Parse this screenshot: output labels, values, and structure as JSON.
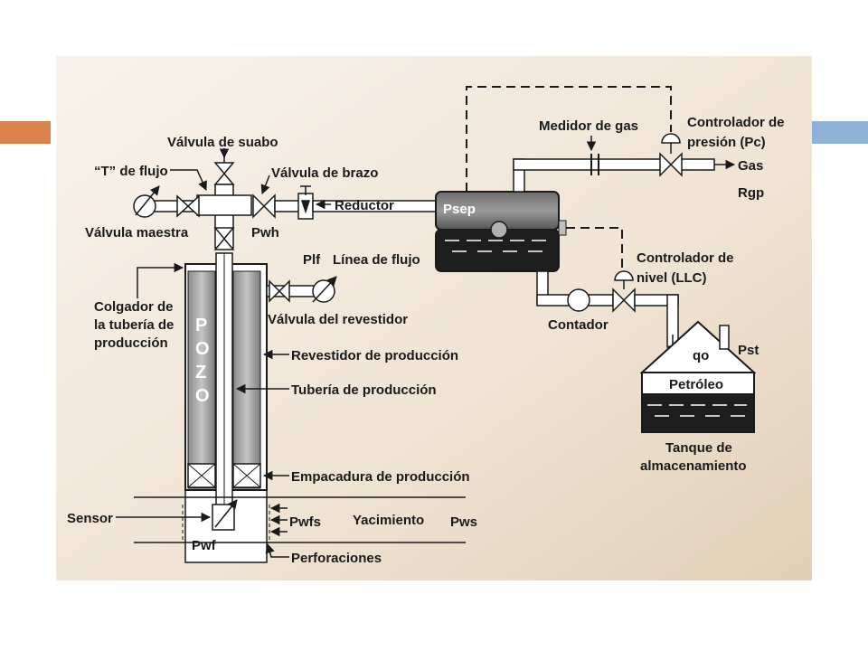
{
  "colors": {
    "accent_left": "#d9824b",
    "accent_right": "#8fb3d8",
    "background_light": "#f6efe6",
    "background_warm": "#e4d3bd"
  },
  "labels": {
    "valvula_suabo": "Válvula de suabo",
    "t_flujo": "“T” de flujo",
    "valvula_brazo": "Válvula de brazo",
    "reductor": "Reductor",
    "valvula_maestra": "Válvula maestra",
    "pwh": "Pwh",
    "plf": "Plf",
    "linea_flujo": "Línea de flujo",
    "colgador_1": "Colgador de",
    "colgador_2": "la tubería de",
    "colgador_3": "producción",
    "valvula_revestidor": "Válvula del revestidor",
    "pozo": [
      "P",
      "O",
      "Z",
      "O"
    ],
    "revestidor_produccion": "Revestidor de producción",
    "tuberia_produccion": "Tubería de producción",
    "empacadura": "Empacadura de producción",
    "sensor": "Sensor",
    "pwfs": "Pwfs",
    "yacimiento": "Yacimiento",
    "pws": "Pws",
    "pwf": "Pwf",
    "perforaciones": "Perforaciones",
    "psep": "Psep",
    "medidor_gas": "Medidor de gas",
    "controlador_presion_1": "Controlador de",
    "controlador_presion_2": "presión (Pc)",
    "gas": "Gas",
    "rgp": "Rgp",
    "controlador_nivel_1": "Controlador de",
    "controlador_nivel_2": "nivel (LLC)",
    "contador": "Contador",
    "qo": "qo",
    "pst": "Pst",
    "petroleo": "Petróleo",
    "tanque_1": "Tanque de",
    "tanque_2": "almacenamiento"
  }
}
